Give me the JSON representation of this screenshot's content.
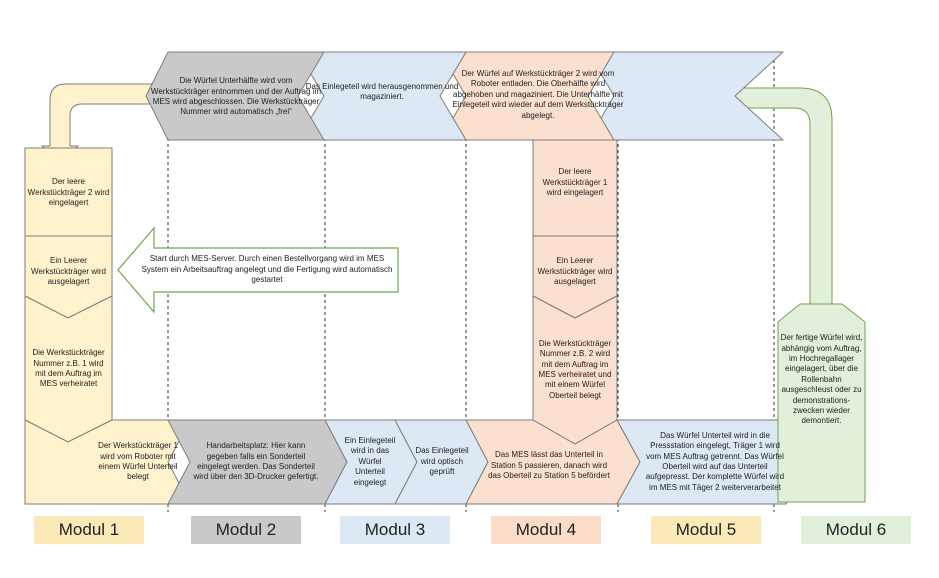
{
  "colors": {
    "yellow": "#fff2cc",
    "gray": "#c9c9c9",
    "blue": "#dde8f5",
    "orange": "#fbe0cf",
    "green": "#e2efda",
    "green_border": "#74a34d",
    "stroke": "#7d7d7d"
  },
  "modules": [
    {
      "label": "Modul 1",
      "color": "#fbe9b7"
    },
    {
      "label": "Modul 2",
      "color": "#c9c9c9"
    },
    {
      "label": "Modul 3",
      "color": "#dde8f5"
    },
    {
      "label": "Modul 4",
      "color": "#fbdcc8"
    },
    {
      "label": "Modul 5",
      "color": "#fbe9b7"
    },
    {
      "label": "Modul 6",
      "color": "#e2efda"
    }
  ],
  "texts": {
    "top_m2": "Die Würfel Unterhälfte wird vom Werkstückträger entnommen und der Auftrag im MES wird abgeschlossen. Die Werkstückträger Nummer wird automatisch „frei“",
    "top_m3": "Das Einlegeteil wird herausgenommen und magaziniert.",
    "top_m4": "Der Würfel auf Werkstückträger 2 wird vom Roboter entladen. Die Oberhälfte wird abgehoben und magaziniert. Die Unterhälfte mit Einlegeteil wird wieder auf dem Werkstückträger abgelegt.",
    "m1_box1": "Der leere Werkstückträger 2 wird eingelagert",
    "m1_box2": "Ein Leerer Werkstückträger wird ausgelagert",
    "m1_box3": "Die Werkstückträger Nummer z.B. 1 wird mit dem Auftrag im MES verheiratet",
    "start": "Start durch MES-Server. Durch einen Bestellvorgang wird im MES System ein Arbeitsauftrag angelegt und die Fertigung wird automatisch gestartet",
    "m4_box1": "Der leere Werkstückträger 1 wird eingelagert",
    "m4_box2": "Ein Leerer Werkstückträger wird ausgelagert",
    "m4_box3": "Die Werkstückträger Nummer z.B. 2 wird mit dem Auftrag im MES verheiratet und mit einem Würfel Oberteil belegt",
    "bot_m1": "Der Werkstückträger 1 wird vom Roboter mit einem Würfel Unterteil belegt",
    "bot_m2": "Handarbeitsplatz: Hier kann gegeben falls ein Sonderteil eingelegt werden. Das Sonderteil wird über den 3D-Drucker gefertigt.",
    "bot_m3a": "Ein Einlegeteil wird in das Würfel Unterteil eingelegt",
    "bot_m3b": "Das Einlegeteil wird optisch geprüft",
    "bot_m4": "Das MES lässt das Unterteil in Station 5 passieren, danach wird das Oberteil zu Station 5 befördert",
    "bot_m5": "Das Würfel Unterteil wird in die Pressstation eingelegt, Träger 1 wird vom MES Auftrag getrennt. Das Würfel Oberteil wird auf das Unterteil aufgepresst. Der komplette Würfel wird im MES mit Täger 2 weiterverarbeitet",
    "m6": "Der fertige Würfel wird, abhängig vom Auftrag, im Hochregallager eingelagert, über die Rollenbahn ausgeschleust oder zu demonstrations-zwecken wieder demontiert."
  }
}
